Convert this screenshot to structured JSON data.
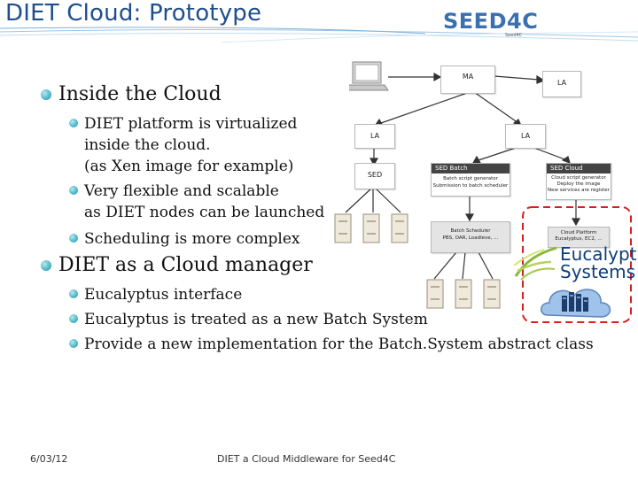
{
  "title": "DIET Cloud: Prototype",
  "logo": {
    "text": "SEED4C",
    "sub": "Seed4C"
  },
  "bullets": [
    {
      "text": "Inside the Cloud",
      "children": [
        {
          "lines": [
            "DIET platform is virtualized",
            "inside the cloud.",
            "(as Xen image for example)"
          ]
        },
        {
          "lines": [
            "Very flexible and scalable",
            "as DIET nodes can be launched"
          ]
        },
        {
          "lines": [
            "Scheduling is more complex"
          ]
        }
      ]
    },
    {
      "text": "DIET as a Cloud manager",
      "children": [
        {
          "lines": [
            "Eucalyptus interface"
          ]
        },
        {
          "lines": [
            "Eucalyptus is treated as a new Batch System"
          ]
        },
        {
          "lines": [
            "Provide a new implementation for the Batch.System abstract class"
          ]
        }
      ]
    }
  ],
  "diagram": {
    "ma": "MA",
    "la_top": "LA",
    "la_left": "LA",
    "la_right": "LA",
    "sed": "SED",
    "sed_batch": {
      "title": "SED Batch",
      "lines": [
        "Batch script generator",
        "Submission to batch scheduler"
      ]
    },
    "sed_cloud": {
      "title": "SED Cloud",
      "lines": [
        "Cloud script generator",
        "Deploy the image",
        "New services are register"
      ]
    },
    "batch_scheduler": {
      "lines": [
        "Batch Scheduler",
        "PBS, OAR, Loadleve, ..."
      ]
    },
    "cloud_platform": {
      "lines": [
        "Cloud Platform",
        "Eucalyptus, EC2, ..."
      ]
    }
  },
  "eucalyptus": {
    "line1": "Eucalyptus",
    "line2": "Systems"
  },
  "footer": {
    "date": "6/03/12",
    "center": "DIET a Cloud Middleware for Seed4C"
  },
  "colors": {
    "title": "#1f4e8c",
    "bullet": "#4bb6c9",
    "dashed": "#d62020"
  }
}
